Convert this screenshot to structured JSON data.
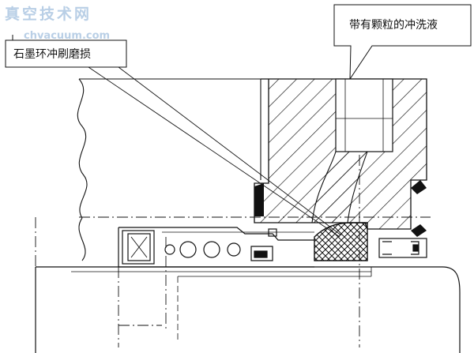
{
  "watermark": {
    "title": "真空技术网",
    "url": "chvacuum.com"
  },
  "callouts": {
    "left": "石墨环冲刷磨损",
    "right": "带有颗粒的冲洗液"
  },
  "colors": {
    "line": "#111111",
    "watermark": "#b9cfe6",
    "background": "#ffffff"
  }
}
